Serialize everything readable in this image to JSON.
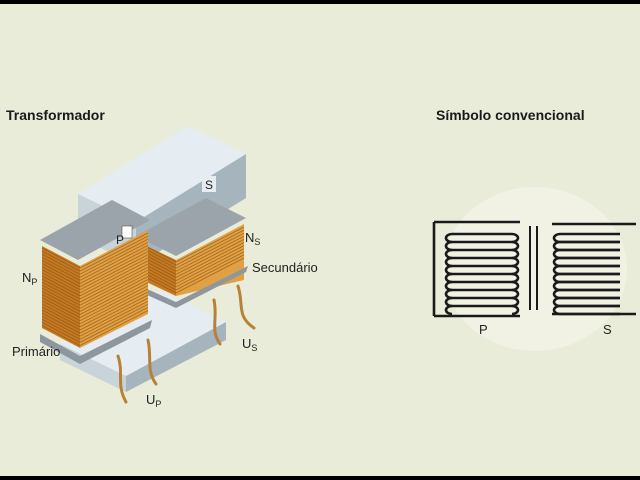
{
  "left": {
    "title": "Transformador",
    "labels": {
      "core_p": "P",
      "core_s": "S",
      "np_main": "N",
      "np_sub": "P",
      "ns_main": "N",
      "ns_sub": "S",
      "primary": "Primário",
      "secondary": "Secundário",
      "up_main": "U",
      "up_sub": "P",
      "us_main": "U",
      "us_sub": "S"
    }
  },
  "right": {
    "title": "Símbolo convencional",
    "labels": {
      "p": "P",
      "s": "S"
    }
  },
  "colors": {
    "background": "#e9ecd9",
    "core_light": "#e6edf2",
    "core_mid": "#c8d3da",
    "core_dark": "#a6b4bd",
    "coil": "#d08a2c",
    "coil_dark": "#9a5a16",
    "plate": "#9aa4aa",
    "wire": "#b7813a",
    "symbol_line": "#1a1a1a"
  }
}
